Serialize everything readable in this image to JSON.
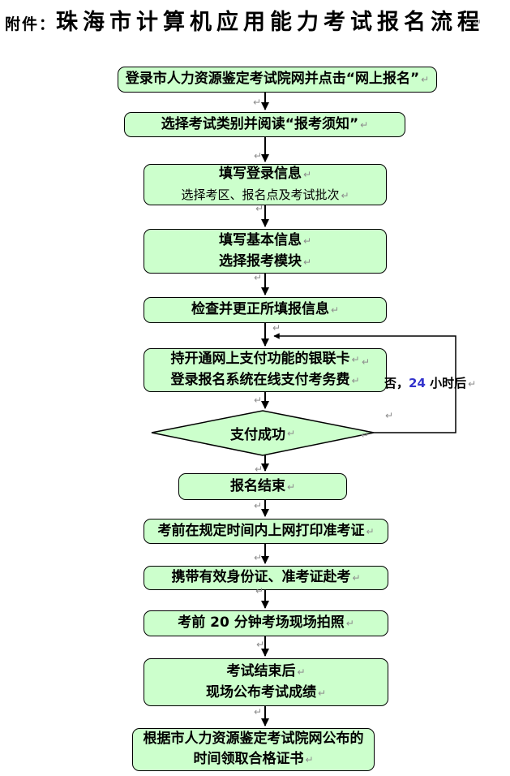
{
  "title": {
    "prefix": "附件：",
    "text": "珠海市计算机应用能力考试报名流程"
  },
  "formatting_mark": "↵",
  "colors": {
    "box_fill": "#CCFFCC",
    "box_border": "#000000",
    "arrow": "#000000",
    "retry_number_blue": "#3333CC",
    "paragraph_mark_gray": "#8C8C8C",
    "background": "#FFFFFF"
  },
  "steps": [
    {
      "id": "step-login-site",
      "shape": "rounded-rect",
      "lines": [
        "登录市人力资源鉴定考试院网并点击“网上报名”"
      ]
    },
    {
      "id": "step-select-category",
      "shape": "rounded-rect",
      "lines": [
        "选择考试类别并阅读“报考须知”"
      ]
    },
    {
      "id": "step-login-info",
      "shape": "rounded-rect",
      "lines": [
        "填写登录信息",
        "选择考区、报名点及考试批次"
      ]
    },
    {
      "id": "step-basic-info",
      "shape": "rounded-rect",
      "lines": [
        "填写基本信息",
        "选择报考模块"
      ]
    },
    {
      "id": "step-check-info",
      "shape": "rounded-rect",
      "lines": [
        "检查并更正所填报信息"
      ]
    },
    {
      "id": "step-pay-fee",
      "shape": "rounded-rect",
      "lines": [
        "持开通网上支付功能的银联卡",
        "登录报名系统在线支付考务费"
      ]
    },
    {
      "id": "decision-payment",
      "shape": "diamond",
      "lines": [
        "支付成功"
      ]
    },
    {
      "id": "step-finish",
      "shape": "rounded-rect",
      "lines": [
        "报名结束"
      ]
    },
    {
      "id": "step-print-ticket",
      "shape": "rounded-rect",
      "lines": [
        "考前在规定时间内上网打印准考证"
      ]
    },
    {
      "id": "step-bring-id",
      "shape": "rounded-rect",
      "lines": [
        "携带有效身份证、准考证赴考"
      ]
    },
    {
      "id": "step-photo",
      "shape": "rounded-rect",
      "lines": [
        "考前 20 分钟考场现场拍照"
      ]
    },
    {
      "id": "step-results",
      "shape": "rounded-rect",
      "lines": [
        "考试结束后",
        "现场公布考试成绩"
      ]
    },
    {
      "id": "step-certificate",
      "shape": "rounded-rect",
      "lines": [
        "根据市人力资源鉴定考试院网公布的",
        "时间领取合格证书"
      ]
    }
  ],
  "edge_labels": {
    "retry": {
      "prefix": "否，",
      "number": "24",
      "suffix": " 小时后"
    }
  }
}
